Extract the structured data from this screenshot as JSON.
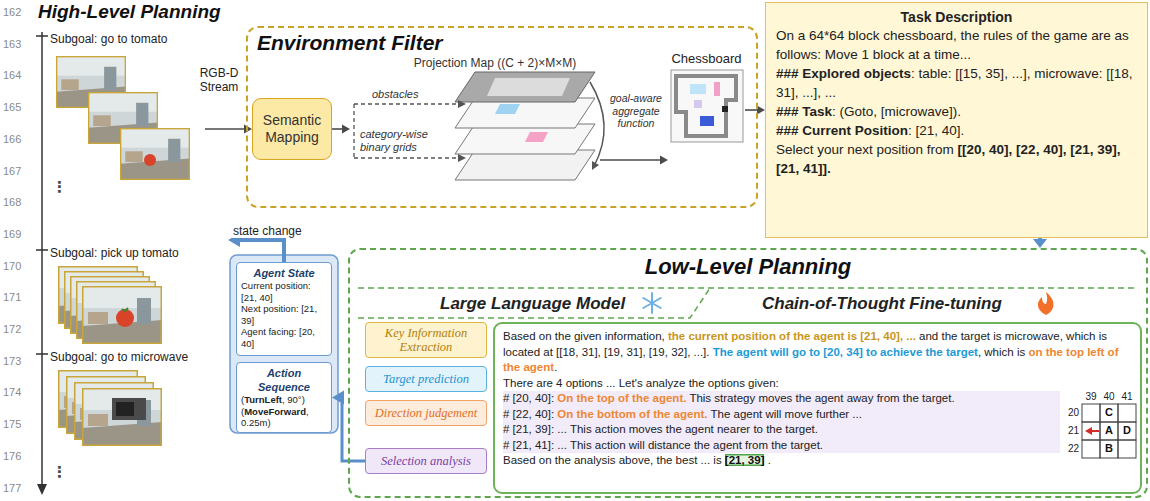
{
  "diagram": {
    "nodes": [
      {
        "text": [
          "High-Level Planning"
        ]
      },
      {
        "text": [
          "Subgoal: go to tomato"
        ],
        "in": 0
      },
      {
        "text": [
          "Subgoal: pick up tomato"
        ],
        "in": 0
      },
      {
        "text": [
          "Subgoal: go to microwave"
        ],
        "in": 0
      },
      {
        "text": [
          "Environment Filter"
        ]
      },
      {
        "text": [
          "Semantic Mapping"
        ],
        "in": 4
      },
      {
        "text": [
          "Projection Map ((C + 2)×M×M)"
        ],
        "in": 4
      },
      {
        "text": [
          "Chessboard"
        ],
        "in": 4
      },
      {
        "text": [
          "Task Description",
          "On a 64*64 block chessboard, the rules of the game are as follows: Move 1 block at a time...",
          "### Explored objects: table: [[15, 35], ...], microwave: [[18, 31], ...], ...",
          "### Task: (Goto, [microwave]).",
          "### Current Position: [21, 40].",
          "Select your next position from [[20, 40], [22, 40], [21, 39], [21, 41]]."
        ]
      },
      {
        "text": [
          "Low-Level Planning",
          "Large Language Model",
          "Chain-of-Thought Fine-tuning"
        ]
      },
      {
        "text": [
          "Key Information Extraction"
        ],
        "in": 9
      },
      {
        "text": [
          "Target prediction"
        ],
        "in": 9
      },
      {
        "text": [
          "Direction judgement"
        ],
        "in": 9
      },
      {
        "text": [
          "Selection analysis"
        ],
        "in": 9
      },
      {
        "text": [
          "Based on the given information, the current position of the agent is [21, 40], ... and the target is microwave, which is located at [[18, 31], [19, 31], [19, 32], ...]. The agent will go to [20, 34] to achieve the target, which is on the top left of the agent.",
          "There are 4 options ... Let's analyze the options given:",
          "# [20, 40]: On the top of the agent. This strategy moves the agent away from the target.",
          "# [22, 40]: On the bottom of the agent. The agent will move further ...",
          "# [21, 39]: ... This action moves the agent nearer to the target.",
          "# [21, 41]: ... This action will distance the agent from the target.",
          "Based on the analysis above, the best ... is [21, 39] ."
        ],
        "in": 9
      },
      {
        "text": [
          "Agent State",
          "Current position: [21, 40]",
          "Next position: [21, 39]",
          "Agent facing: [20, 40]"
        ]
      },
      {
        "text": [
          "Action Sequence",
          "(TurnLeft, 90°)",
          "(MoveForward, 0.25m)"
        ]
      }
    ],
    "edges": [
      {
        "from": 1,
        "to": 5,
        "label": "RGB-D Stream",
        "arrow": "to"
      },
      {
        "from": 5,
        "to": 6,
        "arrow": "to"
      },
      {
        "from": 6,
        "to": 7,
        "arrow": "to"
      },
      {
        "from": 7,
        "to": 8,
        "arrow": "to"
      },
      {
        "from": 8,
        "to": 9,
        "arrow": "to"
      },
      {
        "from": 13,
        "to": 16,
        "arrow": "to"
      },
      {
        "from": 15,
        "to": 0,
        "label": "state change",
        "arrow": "to"
      }
    ],
    "labels": [
      "162",
      "163",
      "164",
      "165",
      "166",
      "167",
      "168",
      "169",
      "170",
      "171",
      "172",
      "173",
      "174",
      "175",
      "176",
      "177",
      "⋮",
      "⋮",
      "obstacles",
      "category-wise binary grids",
      "goal-aware aggregate function",
      "39",
      "40",
      "41",
      "20",
      "21",
      "22",
      "C",
      "A",
      "D",
      "B"
    ]
  }
}
